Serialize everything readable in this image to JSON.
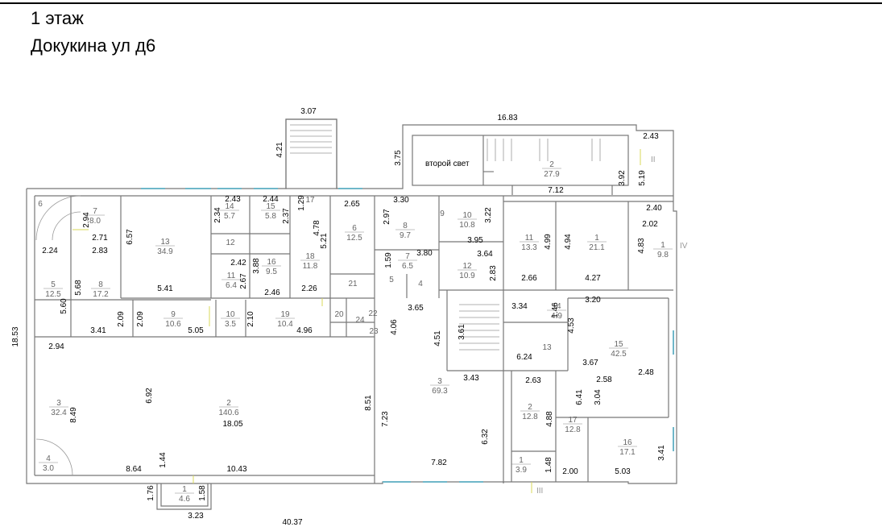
{
  "header": {
    "title_line1": "1 этаж",
    "title_line2": "Докукина ул д6"
  },
  "plan": {
    "labels": {
      "second_light": "второй свет"
    },
    "axis_marks": [
      "II",
      "III",
      "IV"
    ],
    "rooms": [
      {
        "id": "r-stair-tl",
        "num": "6",
        "area": ""
      },
      {
        "id": "r7a",
        "num": "7",
        "area": "8.0"
      },
      {
        "id": "r13a",
        "num": "13",
        "area": "34.9"
      },
      {
        "id": "r14a",
        "num": "14",
        "area": "5.7"
      },
      {
        "id": "r15a",
        "num": "15",
        "area": "5.8"
      },
      {
        "id": "r17a",
        "num": "17",
        "area": ""
      },
      {
        "id": "r6",
        "num": "6",
        "area": "12.5"
      },
      {
        "id": "r8a",
        "num": "8",
        "area": "9.7"
      },
      {
        "id": "r9a",
        "num": "9",
        "area": ""
      },
      {
        "id": "r10a",
        "num": "10",
        "area": "10.8"
      },
      {
        "id": "r11b",
        "num": "11",
        "area": "13.3"
      },
      {
        "id": "r1a",
        "num": "1",
        "area": "21.1"
      },
      {
        "id": "r1b",
        "num": "1",
        "area": "9.8"
      },
      {
        "id": "r2top",
        "num": "2",
        "area": "27.9"
      },
      {
        "id": "r12a",
        "num": "12",
        "area": ""
      },
      {
        "id": "r18",
        "num": "18",
        "area": "11.8"
      },
      {
        "id": "r11a",
        "num": "11",
        "area": "6.4"
      },
      {
        "id": "r16a",
        "num": "16",
        "area": "9.5"
      },
      {
        "id": "r7b",
        "num": "7",
        "area": "6.5"
      },
      {
        "id": "r12b",
        "num": "12",
        "area": "10.9"
      },
      {
        "id": "r5a",
        "num": "5",
        "area": "12.5"
      },
      {
        "id": "r8b",
        "num": "8",
        "area": "17.2"
      },
      {
        "id": "r9b",
        "num": "9",
        "area": "10.6"
      },
      {
        "id": "r10b",
        "num": "10",
        "area": "3.5"
      },
      {
        "id": "r19",
        "num": "19",
        "area": "10.4"
      },
      {
        "id": "r20",
        "num": "20",
        "area": ""
      },
      {
        "id": "r21",
        "num": "21",
        "area": ""
      },
      {
        "id": "r5b",
        "num": "5",
        "area": ""
      },
      {
        "id": "r4a",
        "num": "4",
        "area": ""
      },
      {
        "id": "r22",
        "num": "22",
        "area": ""
      },
      {
        "id": "r23",
        "num": "23",
        "area": ""
      },
      {
        "id": "r24",
        "num": "24",
        "area": ""
      },
      {
        "id": "r14b",
        "num": "14",
        "area": "4.9"
      },
      {
        "id": "r13b",
        "num": "13",
        "area": ""
      },
      {
        "id": "r15b",
        "num": "15",
        "area": "42.5"
      },
      {
        "id": "r3a",
        "num": "3",
        "area": "32.4"
      },
      {
        "id": "r2main",
        "num": "2",
        "area": "140.6"
      },
      {
        "id": "r3b",
        "num": "3",
        "area": "69.3"
      },
      {
        "id": "r2b",
        "num": "2",
        "area": "12.8"
      },
      {
        "id": "r17b",
        "num": "17",
        "area": "12.8"
      },
      {
        "id": "r16b",
        "num": "16",
        "area": "17.1"
      },
      {
        "id": "r4b",
        "num": "4",
        "area": "3.0"
      },
      {
        "id": "r1c",
        "num": "1",
        "area": "4.6"
      },
      {
        "id": "r1d",
        "num": "1",
        "area": "3.9"
      }
    ],
    "dimensions": [
      {
        "id": "d1",
        "v": "3.07"
      },
      {
        "id": "d2",
        "v": "4.21"
      },
      {
        "id": "d3",
        "v": "16.83"
      },
      {
        "id": "d4",
        "v": "3.75"
      },
      {
        "id": "d5",
        "v": "2.43"
      },
      {
        "id": "d6",
        "v": "3.92"
      },
      {
        "id": "d7",
        "v": "5.19"
      },
      {
        "id": "d8",
        "v": "7.12"
      },
      {
        "id": "d9",
        "v": "2.43"
      },
      {
        "id": "d10",
        "v": "2.44"
      },
      {
        "id": "d11",
        "v": "1.29"
      },
      {
        "id": "d12",
        "v": "2.65"
      },
      {
        "id": "d13",
        "v": "3.30"
      },
      {
        "id": "d14",
        "v": "2.40"
      },
      {
        "id": "d15",
        "v": "2.02"
      },
      {
        "id": "d16",
        "v": "2.94"
      },
      {
        "id": "d17",
        "v": "2.71"
      },
      {
        "id": "d18",
        "v": "6.57"
      },
      {
        "id": "d19",
        "v": "2.34"
      },
      {
        "id": "d20",
        "v": "2.37"
      },
      {
        "id": "d21",
        "v": "4.78"
      },
      {
        "id": "d22",
        "v": "2.97"
      },
      {
        "id": "d23",
        "v": "3.22"
      },
      {
        "id": "d24",
        "v": "4.99"
      },
      {
        "id": "d25",
        "v": "4.94"
      },
      {
        "id": "d26",
        "v": "4.83"
      },
      {
        "id": "d27",
        "v": "2.24"
      },
      {
        "id": "d28",
        "v": "2.83"
      },
      {
        "id": "d29",
        "v": "5.21"
      },
      {
        "id": "d30",
        "v": "3.95"
      },
      {
        "id": "d31",
        "v": "2.42"
      },
      {
        "id": "d32",
        "v": "3.88"
      },
      {
        "id": "d33",
        "v": "1.59"
      },
      {
        "id": "d34",
        "v": "3.80"
      },
      {
        "id": "d35",
        "v": "3.64"
      },
      {
        "id": "d36",
        "v": "2.67"
      },
      {
        "id": "d37",
        "v": "2.83"
      },
      {
        "id": "d38",
        "v": "5.68"
      },
      {
        "id": "d39",
        "v": "5.41"
      },
      {
        "id": "d40",
        "v": "2.46"
      },
      {
        "id": "d41",
        "v": "2.26"
      },
      {
        "id": "d42",
        "v": "2.66"
      },
      {
        "id": "d43",
        "v": "4.27"
      },
      {
        "id": "d44",
        "v": "5.60"
      },
      {
        "id": "d45",
        "v": "3.20"
      },
      {
        "id": "d46",
        "v": "3.65"
      },
      {
        "id": "d47",
        "v": "3.34"
      },
      {
        "id": "d48",
        "v": "1.46"
      },
      {
        "id": "d49",
        "v": "2.09"
      },
      {
        "id": "d50",
        "v": "2.09"
      },
      {
        "id": "d51",
        "v": "2.10"
      },
      {
        "id": "d52",
        "v": "3.41"
      },
      {
        "id": "d53",
        "v": "5.05"
      },
      {
        "id": "d54",
        "v": "4.96"
      },
      {
        "id": "d55",
        "v": "4.06"
      },
      {
        "id": "d56",
        "v": "4.51"
      },
      {
        "id": "d57",
        "v": "3.61"
      },
      {
        "id": "d58",
        "v": "4.53"
      },
      {
        "id": "d59",
        "v": "18.53"
      },
      {
        "id": "d60",
        "v": "2.94"
      },
      {
        "id": "d61",
        "v": "6.24"
      },
      {
        "id": "d62",
        "v": "3.67"
      },
      {
        "id": "d63",
        "v": "2.48"
      },
      {
        "id": "d64",
        "v": "3.43"
      },
      {
        "id": "d65",
        "v": "2.63"
      },
      {
        "id": "d66",
        "v": "2.58"
      },
      {
        "id": "d67",
        "v": "6.92"
      },
      {
        "id": "d68",
        "v": "3.04"
      },
      {
        "id": "d69",
        "v": "6.41"
      },
      {
        "id": "d70",
        "v": "8.49"
      },
      {
        "id": "d71",
        "v": "8.51"
      },
      {
        "id": "d72",
        "v": "18.05"
      },
      {
        "id": "d73",
        "v": "7.23"
      },
      {
        "id": "d74",
        "v": "4.88"
      },
      {
        "id": "d75",
        "v": "6.32"
      },
      {
        "id": "d76",
        "v": "3.41"
      },
      {
        "id": "d77",
        "v": "1.44"
      },
      {
        "id": "d78",
        "v": "8.64"
      },
      {
        "id": "d79",
        "v": "10.43"
      },
      {
        "id": "d80",
        "v": "7.82"
      },
      {
        "id": "d81",
        "v": "1.48"
      },
      {
        "id": "d82",
        "v": "2.00"
      },
      {
        "id": "d83",
        "v": "5.03"
      },
      {
        "id": "d84",
        "v": "1.76"
      },
      {
        "id": "d85",
        "v": "1.58"
      },
      {
        "id": "d86",
        "v": "3.23"
      },
      {
        "id": "d87",
        "v": "40.37"
      }
    ]
  }
}
